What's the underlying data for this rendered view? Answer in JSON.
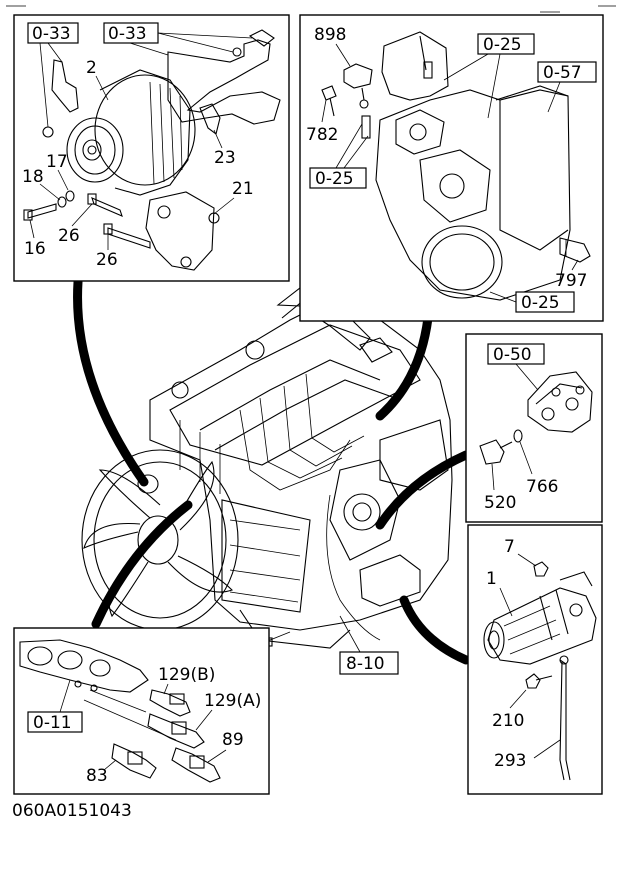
{
  "diagram_code": "060A0151043",
  "panels": {
    "alternator": {
      "refs": [
        "0-33",
        "0-33"
      ],
      "callouts": [
        "2",
        "17",
        "18",
        "16",
        "26",
        "26",
        "21",
        "23"
      ]
    },
    "thermostat": {
      "refs": [
        "0-25",
        "0-57",
        "0-25",
        "0-25"
      ],
      "callouts": [
        "898",
        "782",
        "797"
      ]
    },
    "sensor": {
      "refs": [
        "0-50"
      ],
      "callouts": [
        "520",
        "766"
      ]
    },
    "starter": {
      "callouts": [
        "7",
        "1",
        "210",
        "293"
      ]
    },
    "glow": {
      "refs": [
        "0-11"
      ],
      "callouts": [
        "129(B)",
        "129(A)",
        "89",
        "83"
      ]
    },
    "engine": {
      "refs": [
        "8-10"
      ]
    }
  }
}
